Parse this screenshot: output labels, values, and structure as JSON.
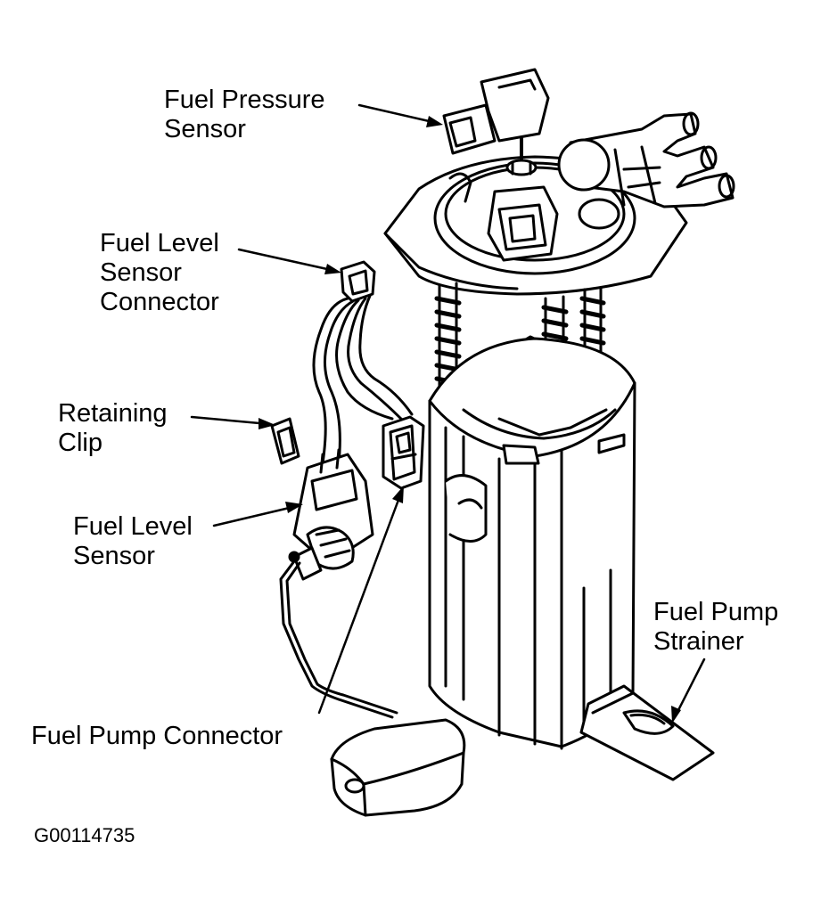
{
  "figure_id": "G00114735",
  "labels": {
    "fuel_pressure_sensor": [
      "Fuel Pressure",
      "Sensor"
    ],
    "fuel_level_sensor_connector": [
      "Fuel Level",
      "Sensor",
      "Connector"
    ],
    "retaining_clip": [
      "Retaining",
      "Clip"
    ],
    "fuel_level_sensor": [
      "Fuel Level",
      "Sensor"
    ],
    "fuel_pump_connector": [
      "Fuel Pump Connector"
    ],
    "fuel_pump_strainer": [
      "Fuel Pump",
      "Strainer"
    ]
  },
  "colors": {
    "ink": "#000000",
    "paper": "#ffffff"
  }
}
